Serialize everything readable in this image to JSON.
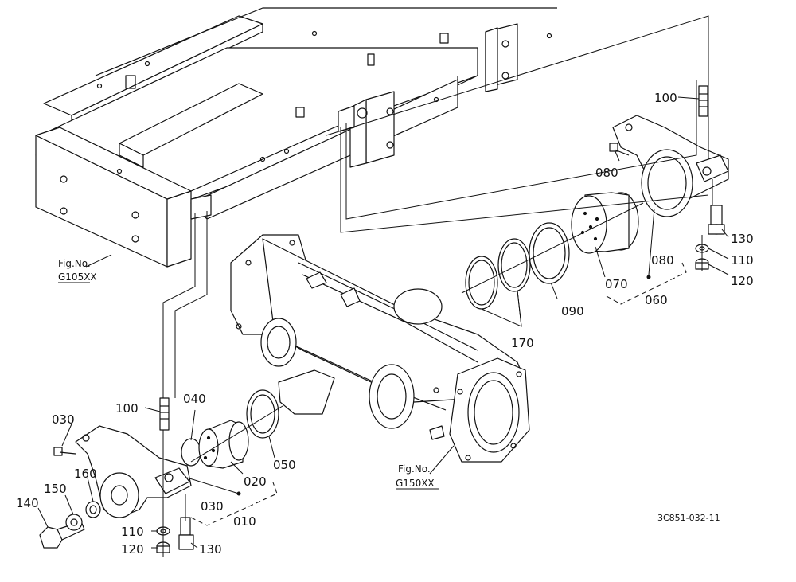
{
  "diagram": {
    "drawing_id": "3C851-032-11",
    "colors": {
      "line": "#111111",
      "background": "#ffffff"
    },
    "figure_refs": [
      {
        "line1": "Fig.No.",
        "line2": "G105XX"
      },
      {
        "line1": "Fig.No.",
        "line2": "G150XX"
      }
    ],
    "part_labels": [
      "100",
      "080",
      "130",
      "110",
      "120",
      "080",
      "070",
      "060",
      "090",
      "170",
      "100",
      "040",
      "030",
      "050",
      "020",
      "030",
      "010",
      "160",
      "150",
      "140",
      "110",
      "120",
      "130"
    ]
  }
}
